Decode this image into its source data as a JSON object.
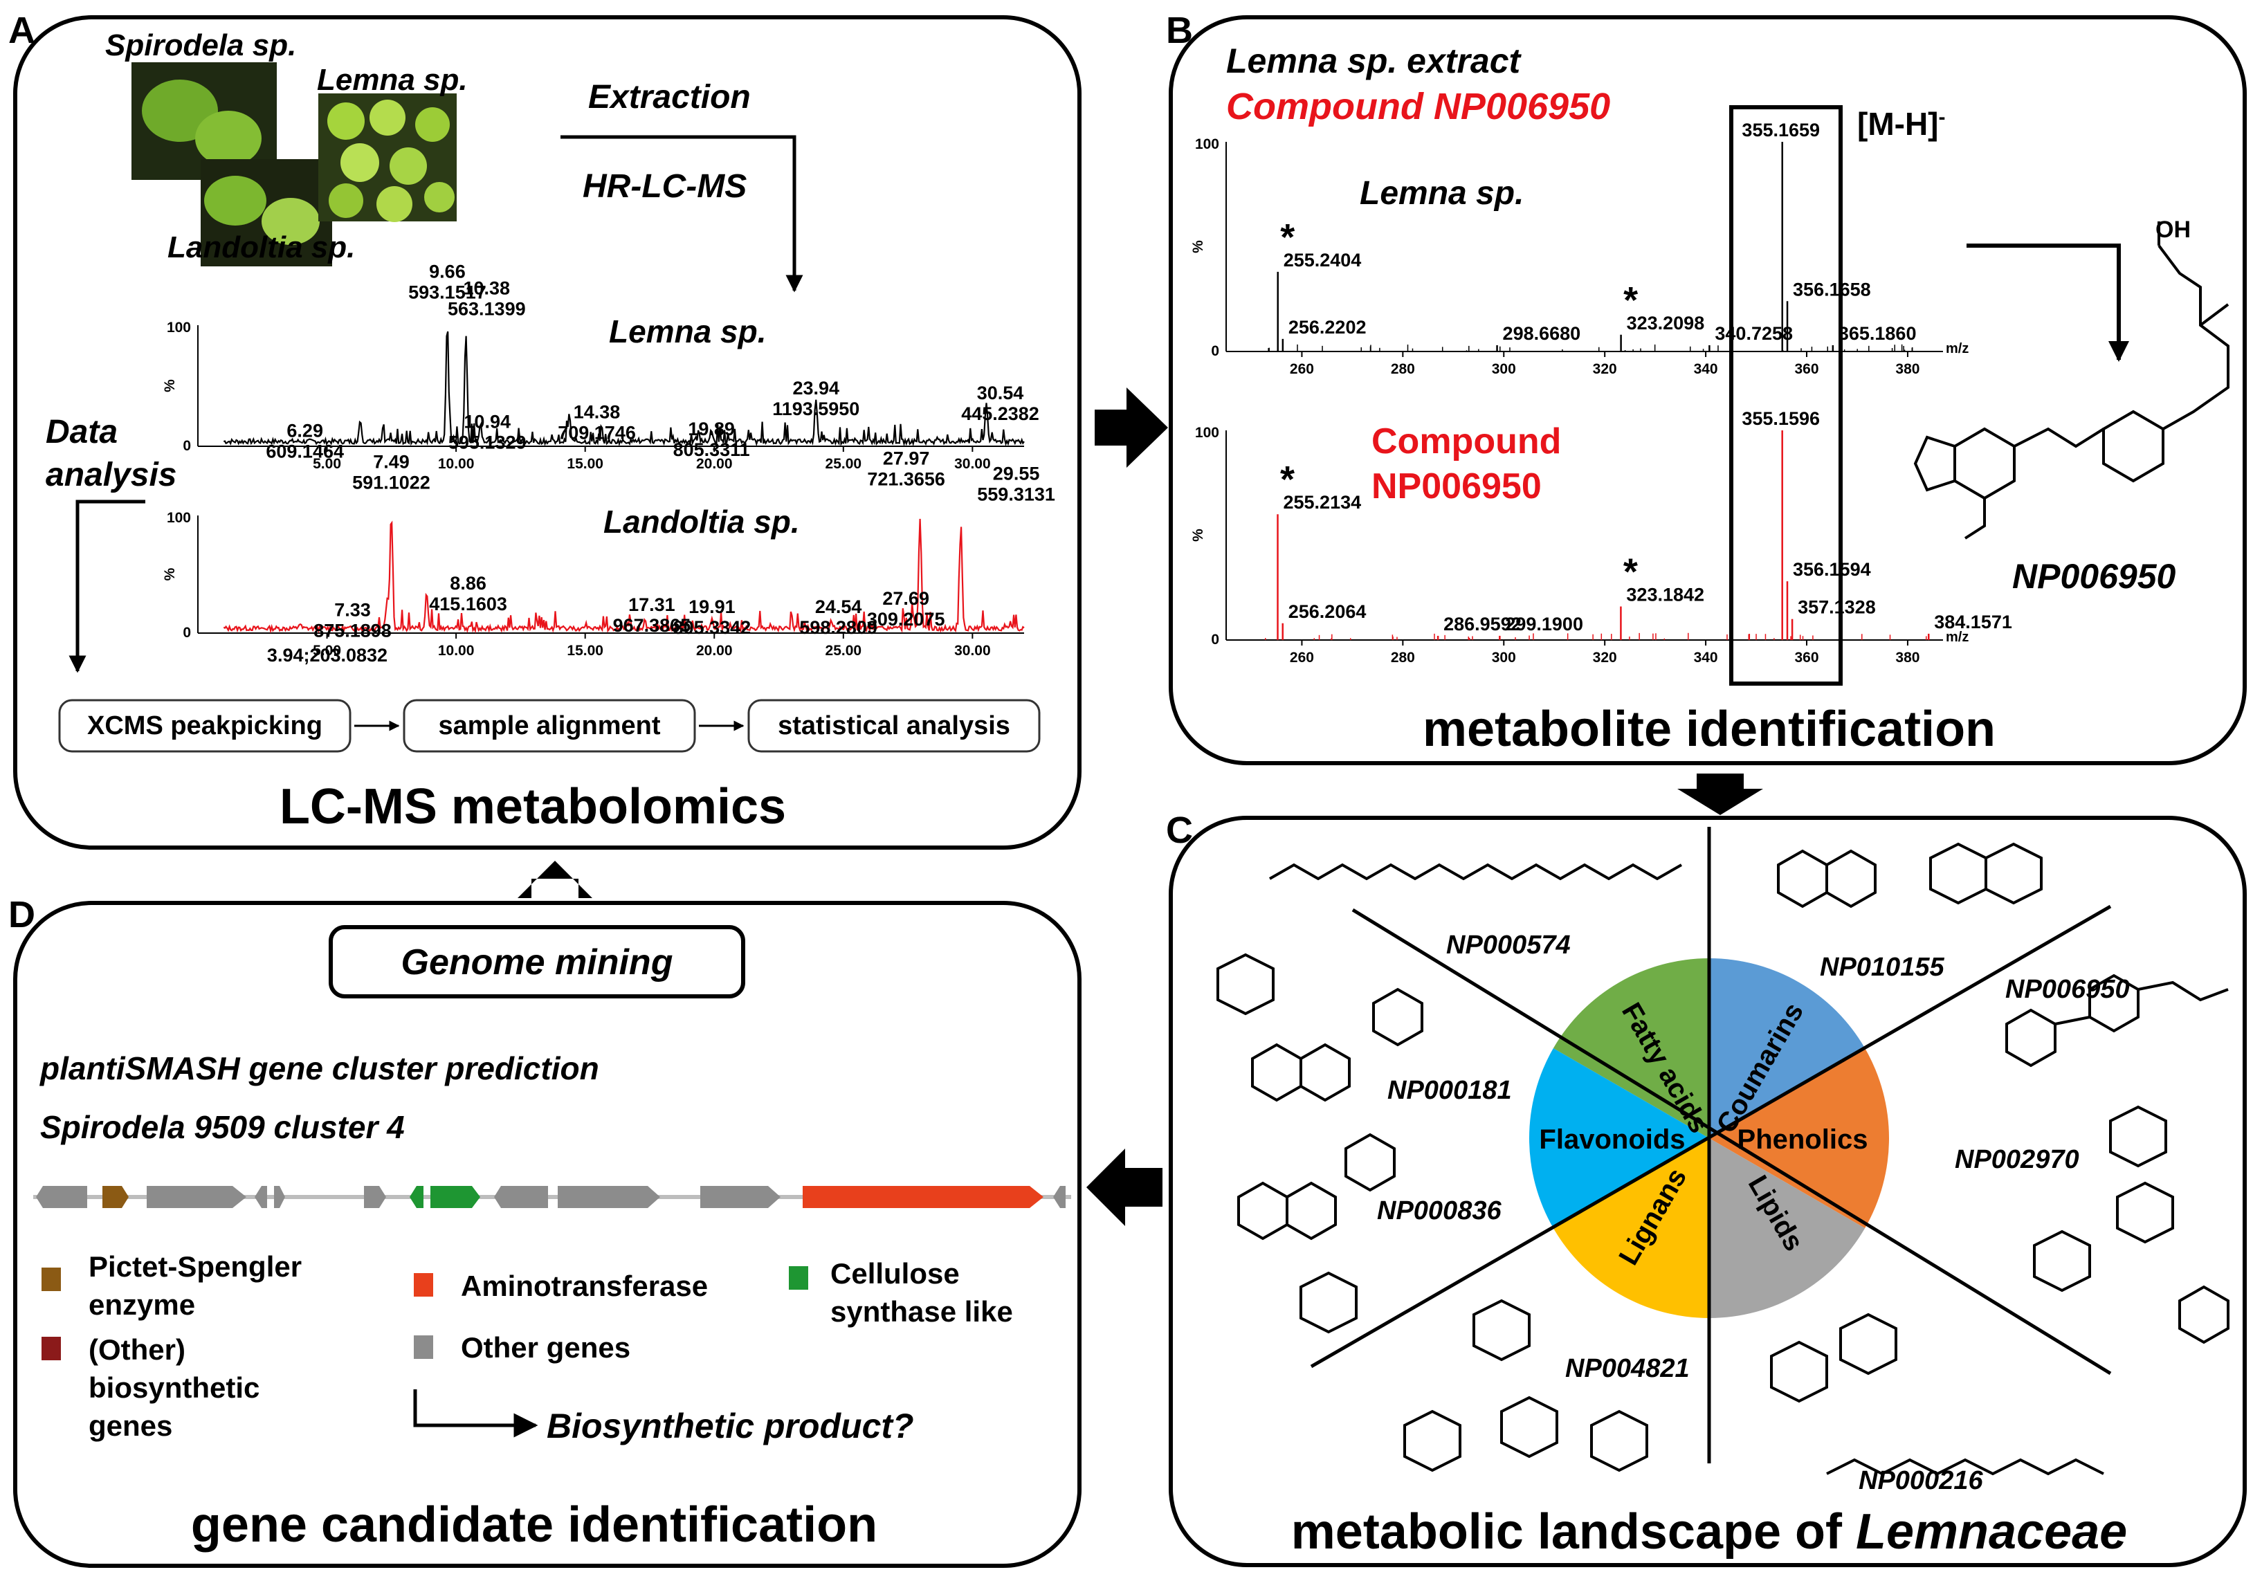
{
  "panels": {
    "a": {
      "letter": "A",
      "title": "LC-MS metabolomics",
      "species": [
        "Spirodela sp.",
        "Lemna sp.",
        "Landoltia sp."
      ],
      "arrow_top": "Extraction",
      "arrow_bottom": "HR-LC-MS",
      "data_analysis": [
        "Data",
        "analysis"
      ],
      "chrom_top_label": "Lemna sp.",
      "chrom_bottom_label": "Landoltia sp.",
      "pipeline": [
        "XCMS peakpicking",
        "sample alignment",
        "statistical analysis"
      ]
    },
    "b": {
      "letter": "B",
      "title": "metabolite identification",
      "head1": "Lemna sp. extract",
      "head2": "Compound NP006950",
      "ion": "[M-H]",
      "ion_sup": "-",
      "spec_top_label": "Lemna sp.",
      "spec_bottom_label": [
        "Compound",
        "NP006950"
      ],
      "structure_name": "NP006950",
      "xunit": "m/z",
      "ylabel": "%",
      "star": "*"
    },
    "c": {
      "letter": "C",
      "title_prefix": "metabolic landscape of ",
      "title_italic": "Lemnaceae",
      "compounds": [
        "NP000574",
        "NP010155",
        "NP006950",
        "NP002970",
        "NP000216",
        "NP004821",
        "NP000836",
        "NP000181"
      ],
      "sectors": [
        {
          "label": "Fatty acids",
          "color": "#70ad47"
        },
        {
          "label": "Coumarins",
          "color": "#5b9bd5"
        },
        {
          "label": "Phenolics",
          "color": "#ed7d31"
        },
        {
          "label": "Lipids",
          "color": "#a5a5a5"
        },
        {
          "label": "Lignans",
          "color": "#ffc000"
        },
        {
          "label": "Flavonoids",
          "color": "#00b0f0"
        }
      ]
    },
    "d": {
      "letter": "D",
      "title": "gene candidate identification",
      "genome_mining": "Genome mining",
      "line1": "plantiSMASH gene cluster prediction",
      "line2": "Spirodela 9509 cluster 4",
      "product": "Biosynthetic product?",
      "legend": [
        {
          "label": [
            "Pictet-Spengler",
            "enzyme"
          ],
          "color": "#8b5a14"
        },
        {
          "label": [
            "(Other)",
            "biosynthetic",
            "genes"
          ],
          "color": "#8b1a1a"
        },
        {
          "label": [
            "Aminotransferase"
          ],
          "color": "#e8401c"
        },
        {
          "label": [
            "Other genes"
          ],
          "color": "#8c8c8c"
        },
        {
          "label": [
            "Cellulose",
            "synthase like"
          ],
          "color": "#1e9632"
        }
      ]
    }
  },
  "chart_data": [
    {
      "type": "line",
      "title": "Lemna sp.",
      "xlabel": "",
      "ylabel": "%",
      "xlim": [
        0,
        32
      ],
      "ylim": [
        0,
        100
      ],
      "xticks": [
        "5.00",
        "10.00",
        "15.00",
        "20.00",
        "25.00",
        "30.00"
      ],
      "yticks": [
        "0",
        "100"
      ],
      "peaks": [
        {
          "x": 6.29,
          "y": 18,
          "label": [
            "6.29",
            "609.1464"
          ]
        },
        {
          "x": 9.66,
          "y": 98,
          "label": [
            "9.66",
            "593.1517"
          ]
        },
        {
          "x": 10.38,
          "y": 90,
          "label": [
            "10.38",
            "563.1399"
          ]
        },
        {
          "x": 10.94,
          "y": 14,
          "label": [
            "10.94",
            "595.1329"
          ]
        },
        {
          "x": 14.38,
          "y": 22,
          "label": [
            "14.38",
            "709.1746"
          ]
        },
        {
          "x": 19.89,
          "y": 8,
          "label": [
            "19.89",
            "805.3311"
          ]
        },
        {
          "x": 23.94,
          "y": 36,
          "label": [
            "23.94",
            "1193.5950"
          ]
        },
        {
          "x": 30.54,
          "y": 32,
          "label": [
            "30.54",
            "445.2382"
          ]
        }
      ]
    },
    {
      "type": "line",
      "title": "Landoltia sp.",
      "xlabel": "",
      "ylabel": "%",
      "xlim": [
        0,
        32
      ],
      "ylim": [
        0,
        100
      ],
      "xticks": [
        "5.00",
        "10.00",
        "15.00",
        "20.00",
        "25.00",
        "30.00"
      ],
      "yticks": [
        "0",
        "100"
      ],
      "peaks": [
        {
          "x": 3.94,
          "y": 4,
          "label": [
            "3.94;203.0832"
          ]
        },
        {
          "x": 7.33,
          "y": 25,
          "label": [
            "7.33",
            "875.1898"
          ]
        },
        {
          "x": 7.49,
          "y": 98,
          "label": [
            "7.49",
            "591.1022"
          ]
        },
        {
          "x": 8.86,
          "y": 30,
          "label": [
            "8.86",
            "415.1603"
          ]
        },
        {
          "x": 17.31,
          "y": 6,
          "label": [
            "17.31",
            "967.3865"
          ]
        },
        {
          "x": 19.91,
          "y": 7,
          "label": [
            "19.91",
            "805.3342"
          ]
        },
        {
          "x": 24.54,
          "y": 7,
          "label": [
            "24.54",
            "598.2809"
          ]
        },
        {
          "x": 27.69,
          "y": 14,
          "label": [
            "27.69",
            "309.2075"
          ]
        },
        {
          "x": 27.97,
          "y": 95,
          "label": [
            "27.97",
            "721.3656"
          ]
        },
        {
          "x": 29.55,
          "y": 88,
          "label": [
            "29.55",
            "559.3131"
          ]
        }
      ]
    },
    {
      "type": "bar",
      "title": "Lemna sp.",
      "xlabel": "m/z",
      "ylabel": "%",
      "xlim": [
        245,
        387
      ],
      "ylim": [
        0,
        100
      ],
      "xticks": [
        "260",
        "280",
        "300",
        "320",
        "340",
        "360",
        "380"
      ],
      "yticks": [
        "0",
        "100"
      ],
      "peaks": [
        {
          "x": 255.2404,
          "y": 38,
          "label": "255.2404",
          "star": true
        },
        {
          "x": 256.2202,
          "y": 6,
          "label": "256.2202"
        },
        {
          "x": 298.668,
          "y": 3,
          "label": "298.6680"
        },
        {
          "x": 323.2098,
          "y": 8,
          "label": "323.2098",
          "star": true
        },
        {
          "x": 340.7258,
          "y": 3,
          "label": "340.7258"
        },
        {
          "x": 355.1659,
          "y": 100,
          "label": "355.1659"
        },
        {
          "x": 356.1658,
          "y": 24,
          "label": "356.1658"
        },
        {
          "x": 365.186,
          "y": 3,
          "label": "365.1860"
        }
      ]
    },
    {
      "type": "bar",
      "title": "Compound NP006950",
      "xlabel": "m/z",
      "ylabel": "%",
      "xlim": [
        245,
        387
      ],
      "ylim": [
        0,
        100
      ],
      "xticks": [
        "260",
        "280",
        "300",
        "320",
        "340",
        "360",
        "380"
      ],
      "yticks": [
        "0",
        "100"
      ],
      "peaks": [
        {
          "x": 255.2134,
          "y": 60,
          "label": "255.2134",
          "star": true
        },
        {
          "x": 256.2064,
          "y": 8,
          "label": "256.2064"
        },
        {
          "x": 286.9592,
          "y": 2,
          "label": "286.9592"
        },
        {
          "x": 299.19,
          "y": 2,
          "label": "299.1900"
        },
        {
          "x": 323.1842,
          "y": 16,
          "label": "323.1842",
          "star": true
        },
        {
          "x": 355.1596,
          "y": 100,
          "label": "355.1596"
        },
        {
          "x": 356.1594,
          "y": 28,
          "label": "356.1594"
        },
        {
          "x": 357.1328,
          "y": 10,
          "label": "357.1328"
        },
        {
          "x": 384.1571,
          "y": 3,
          "label": "384.1571"
        }
      ]
    }
  ]
}
